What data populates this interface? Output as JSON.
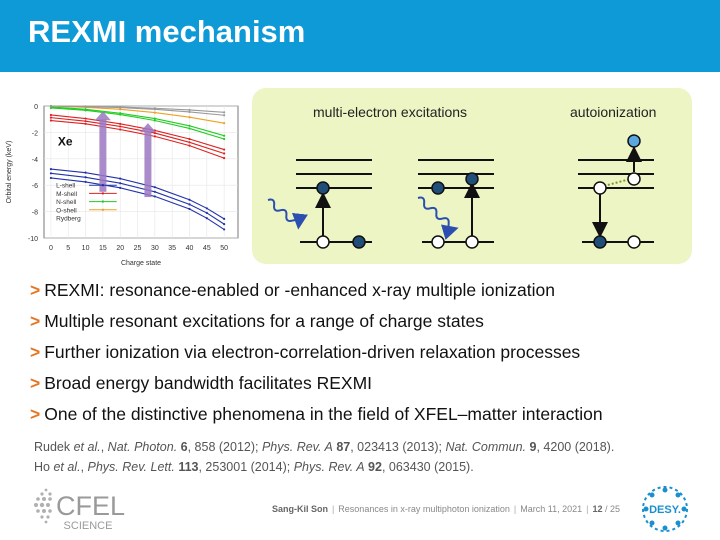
{
  "title": "REXMI mechanism",
  "chart_data": {
    "type": "line",
    "title": "",
    "xlabel": "Charge state",
    "ylabel": "Orbital energy (keV)",
    "x_ticks": [
      0,
      5,
      10,
      15,
      20,
      25,
      30,
      35,
      40,
      45,
      50
    ],
    "y_ticks": [
      0,
      -2,
      -4,
      -6,
      -8,
      -10
    ],
    "xlim": [
      -2,
      54
    ],
    "ylim": [
      -10,
      0
    ],
    "annotation": "Xe",
    "legend": [
      "L-shell",
      "M-shell",
      "N-shell",
      "O-shell",
      "Rydberg"
    ],
    "legend_placement": "bottom-left",
    "series": [
      {
        "name": "L-shell",
        "color": "#2233aa",
        "lines": [
          {
            "x": [
              0,
              10,
              20,
              30,
              40,
              45,
              50
            ],
            "y": [
              -4.78,
              -5.05,
              -5.5,
              -6.15,
              -7.1,
              -7.75,
              -8.55
            ]
          },
          {
            "x": [
              0,
              10,
              20,
              30,
              40,
              45,
              50
            ],
            "y": [
              -5.1,
              -5.4,
              -5.85,
              -6.5,
              -7.45,
              -8.1,
              -8.95
            ]
          },
          {
            "x": [
              0,
              10,
              20,
              30,
              40,
              45,
              50
            ],
            "y": [
              -5.45,
              -5.75,
              -6.2,
              -6.85,
              -7.8,
              -8.5,
              -9.35
            ]
          }
        ]
      },
      {
        "name": "M-shell",
        "color": "#dd2222",
        "lines": [
          {
            "x": [
              0,
              10,
              20,
              30,
              40,
              50
            ],
            "y": [
              -0.68,
              -0.95,
              -1.35,
              -1.85,
              -2.5,
              -3.3
            ]
          },
          {
            "x": [
              0,
              10,
              20,
              30,
              40,
              50
            ],
            "y": [
              -0.88,
              -1.15,
              -1.55,
              -2.05,
              -2.75,
              -3.6
            ]
          },
          {
            "x": [
              0,
              10,
              20,
              30,
              40,
              50
            ],
            "y": [
              -1.1,
              -1.35,
              -1.78,
              -2.3,
              -3.0,
              -3.95
            ]
          }
        ]
      },
      {
        "name": "N-shell",
        "color": "#22cc22",
        "lines": [
          {
            "x": [
              0,
              10,
              20,
              30,
              40,
              50
            ],
            "y": [
              -0.07,
              -0.25,
              -0.55,
              -0.95,
              -1.5,
              -2.25
            ]
          },
          {
            "x": [
              0,
              10,
              20,
              30,
              40,
              50
            ],
            "y": [
              -0.15,
              -0.33,
              -0.65,
              -1.1,
              -1.7,
              -2.5
            ]
          }
        ]
      },
      {
        "name": "O-shell",
        "color": "#f0a020",
        "lines": [
          {
            "x": [
              0,
              10,
              20,
              30,
              40,
              50
            ],
            "y": [
              -0.01,
              -0.1,
              -0.25,
              -0.5,
              -0.85,
              -1.3
            ]
          }
        ]
      },
      {
        "name": "Rydberg",
        "color": "#999999",
        "lines": [
          {
            "x": [
              0,
              10,
              20,
              30,
              40,
              50
            ],
            "y": [
              0,
              -0.05,
              -0.12,
              -0.25,
              -0.45,
              -0.7
            ]
          },
          {
            "x": [
              0,
              10,
              20,
              30,
              40,
              50
            ],
            "y": [
              0,
              -0.03,
              -0.08,
              -0.17,
              -0.3,
              -0.48
            ]
          }
        ]
      }
    ],
    "arrows": [
      {
        "x": 15,
        "y_from": -6.5,
        "y_to": -0.4
      },
      {
        "x": 28,
        "y_from": -6.9,
        "y_to": -1.3
      }
    ],
    "colors": {
      "arrow": "#9b78c2"
    }
  },
  "mechanism": {
    "label_excitation": "multi-electron excitations",
    "label_autoionization": "autoionization",
    "colors": {
      "electron_filled": "#1f4e79",
      "electron_highlight": "#5aa6e0",
      "photon": "#2b4fb0",
      "box": "#eef5c4"
    }
  },
  "bullets": [
    "REXMI: resonance-enabled or -enhanced x-ray multiple ionization",
    "Multiple resonant excitations for a range of charge states",
    "Further ionization via electron-correlation-driven relaxation processes",
    "Broad energy bandwidth facilitates REXMI",
    "One of the distinctive phenomena in the field of XFEL–matter interaction"
  ],
  "refs": {
    "r1_author": "Rudek ",
    "r1_etal": "et al.",
    "r1_sep1": ", ",
    "r1_j1": "Nat. Photon.",
    "r1_v1": "6",
    "r1_p1": ", 858 (2012); ",
    "r1_j2": "Phys. Rev. A",
    "r1_v2": "87",
    "r1_p2": ", 023413 (2013); ",
    "r1_j3": "Nat. Commun.",
    "r1_v3": "9",
    "r1_p3": ", 4200 (2018).",
    "r2_author": "Ho ",
    "r2_etal": "et al.",
    "r2_sep1": ", ",
    "r2_j1": "Phys. Rev. Lett.",
    "r2_v1": "113",
    "r2_p1": ", 253001 (2014); ",
    "r2_j2": "Phys. Rev. A",
    "r2_v2": "92",
    "r2_p2": ", 063430 (2015)."
  },
  "footer": {
    "author": "Sang-Kil Son",
    "talk": "Resonances in x-ray multiphoton ionization",
    "date": "March 11, 2021",
    "page_current": "12",
    "page_total": "/ 25"
  },
  "logos": {
    "cfel_text": "CFEL",
    "cfel_sub": "SCIENCE",
    "desy_text": "DESY."
  }
}
